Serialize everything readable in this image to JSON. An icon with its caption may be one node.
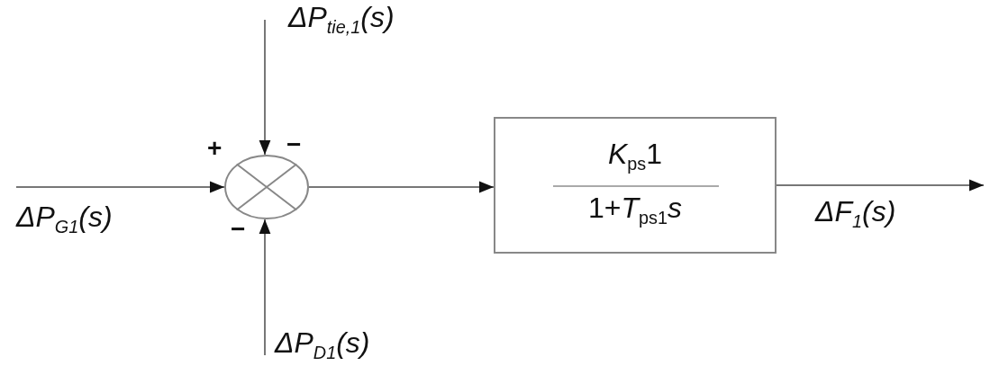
{
  "diagram": {
    "nodes": [
      {
        "text": [],
        "shape": "circle"
      },
      {
        "text": [
          "*K*$_{ps}$1",
          "1+*T*$_{ps1}$*s*"
        ]
      }
    ],
    "edges": [
      {
        "from": null,
        "to": 0,
        "arrow": "to",
        "label": "ΔP$_{tie,1}$(s)"
      },
      {
        "from": null,
        "to": 0,
        "arrow": "to",
        "label": "ΔP$_{G1}$(s)"
      },
      {
        "from": null,
        "to": 0,
        "arrow": "to",
        "label": "ΔP$_{D1}$(s)"
      },
      {
        "from": 0,
        "to": 1,
        "arrow": "to"
      },
      {
        "from": 1,
        "to": null,
        "arrow": "to",
        "label": "ΔF$_{1}$(s)"
      }
    ],
    "labels": [
      "+",
      "−",
      "−"
    ]
  }
}
